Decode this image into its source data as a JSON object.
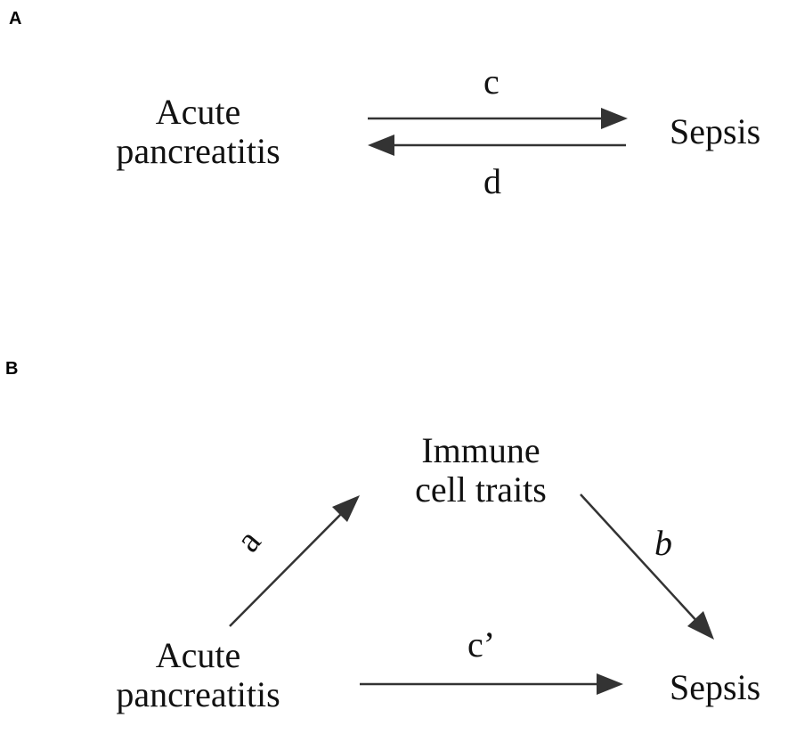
{
  "panel_a": {
    "label": "A",
    "left_node": [
      "Acute",
      "pancreatitis"
    ],
    "right_node": "Sepsis",
    "forward_label": "c",
    "reverse_label": "d"
  },
  "panel_b": {
    "label": "B",
    "mediator_node": [
      "Immune",
      "cell traits"
    ],
    "exposure_node": [
      "Acute",
      "pancreatitis"
    ],
    "outcome_node": "Sepsis",
    "path_a_label": "a",
    "path_b_label": "b",
    "direct_label": "c’"
  },
  "colors": {
    "arrow": "#333333",
    "text": "#111111"
  }
}
